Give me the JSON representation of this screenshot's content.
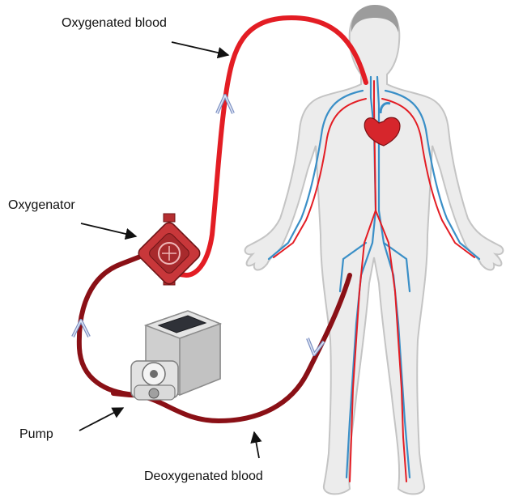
{
  "labels": {
    "oxygenated_blood": "Oxygenated blood",
    "oxygenator": "Oxygenator",
    "pump": "Pump",
    "deoxygenated_blood": "Deoxygenated blood"
  },
  "colors": {
    "oxygenated": "#e31d24",
    "deoxygenated": "#8a1016",
    "vein": "#3a8fc7",
    "body_fill": "#ececec",
    "body_stroke": "#c4c4c4",
    "pump_body": "#d6d6d6",
    "oxygenator": "#c8373a"
  },
  "icons": [
    "flow-arrow-icon",
    "heart-icon",
    "pump-device-icon",
    "oxygenator-device-icon",
    "human-body-icon"
  ]
}
